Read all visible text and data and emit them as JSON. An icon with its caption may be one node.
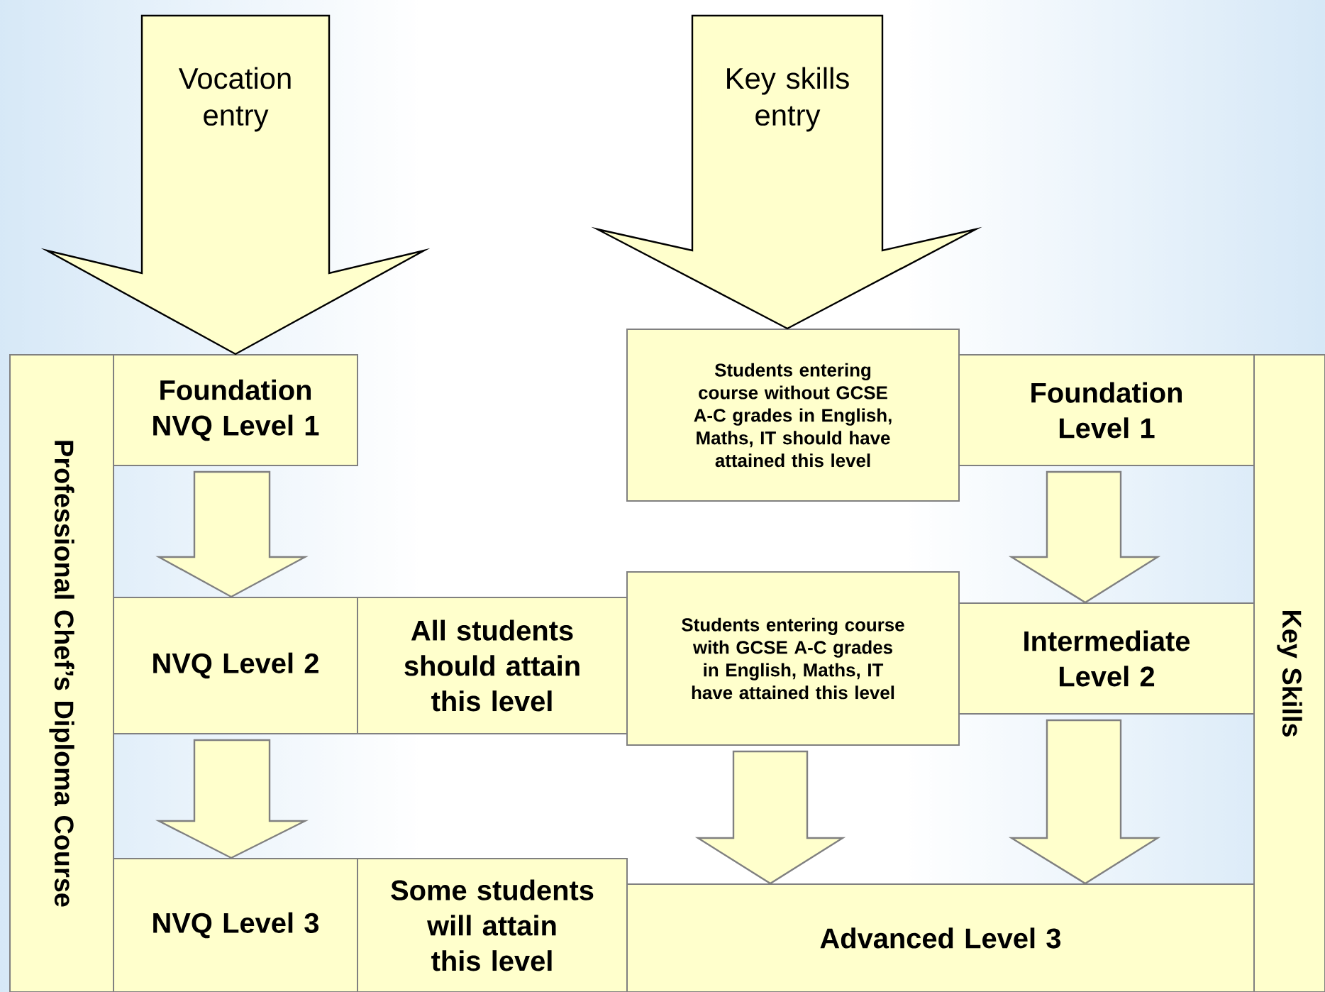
{
  "diagram": {
    "nodes": [
      {
        "text": [
          "Professional Chef’s Diploma Course"
        ]
      },
      {
        "text": [
          "Foundation NVQ Level 1"
        ]
      },
      {
        "text": [
          "Students entering course without GCSE A-C grades in English, Maths, IT should have attained this level"
        ]
      },
      {
        "text": [
          "Foundation Level 1"
        ]
      },
      {
        "text": [
          "NVQ Level 2"
        ]
      },
      {
        "text": [
          "All students should attain this level"
        ]
      },
      {
        "text": [
          "Students entering course with GCSE A-C grades in English, Maths, IT have attained this level"
        ]
      },
      {
        "text": [
          "Intermediate Level 2"
        ]
      },
      {
        "text": [
          "NVQ Level 3"
        ]
      },
      {
        "text": [
          "Some students will attain this level"
        ]
      },
      {
        "text": [
          "Advanced Level 3"
        ]
      },
      {
        "text": [
          "Key Skills"
        ]
      }
    ],
    "edges": [
      {
        "from": null,
        "to": 1,
        "arrow": "to",
        "label": "Vocation entry",
        "color": "#000000"
      },
      {
        "from": null,
        "to": 2,
        "arrow": "to",
        "label": "Key skills entry",
        "color": "#000000"
      },
      {
        "from": 1,
        "to": 4,
        "arrow": "to"
      },
      {
        "from": 4,
        "to": 8,
        "arrow": "to"
      },
      {
        "from": 3,
        "to": 7,
        "arrow": "to"
      },
      {
        "from": 7,
        "to": 10,
        "arrow": "to"
      },
      {
        "from": 6,
        "to": 10,
        "arrow": "to"
      }
    ]
  }
}
